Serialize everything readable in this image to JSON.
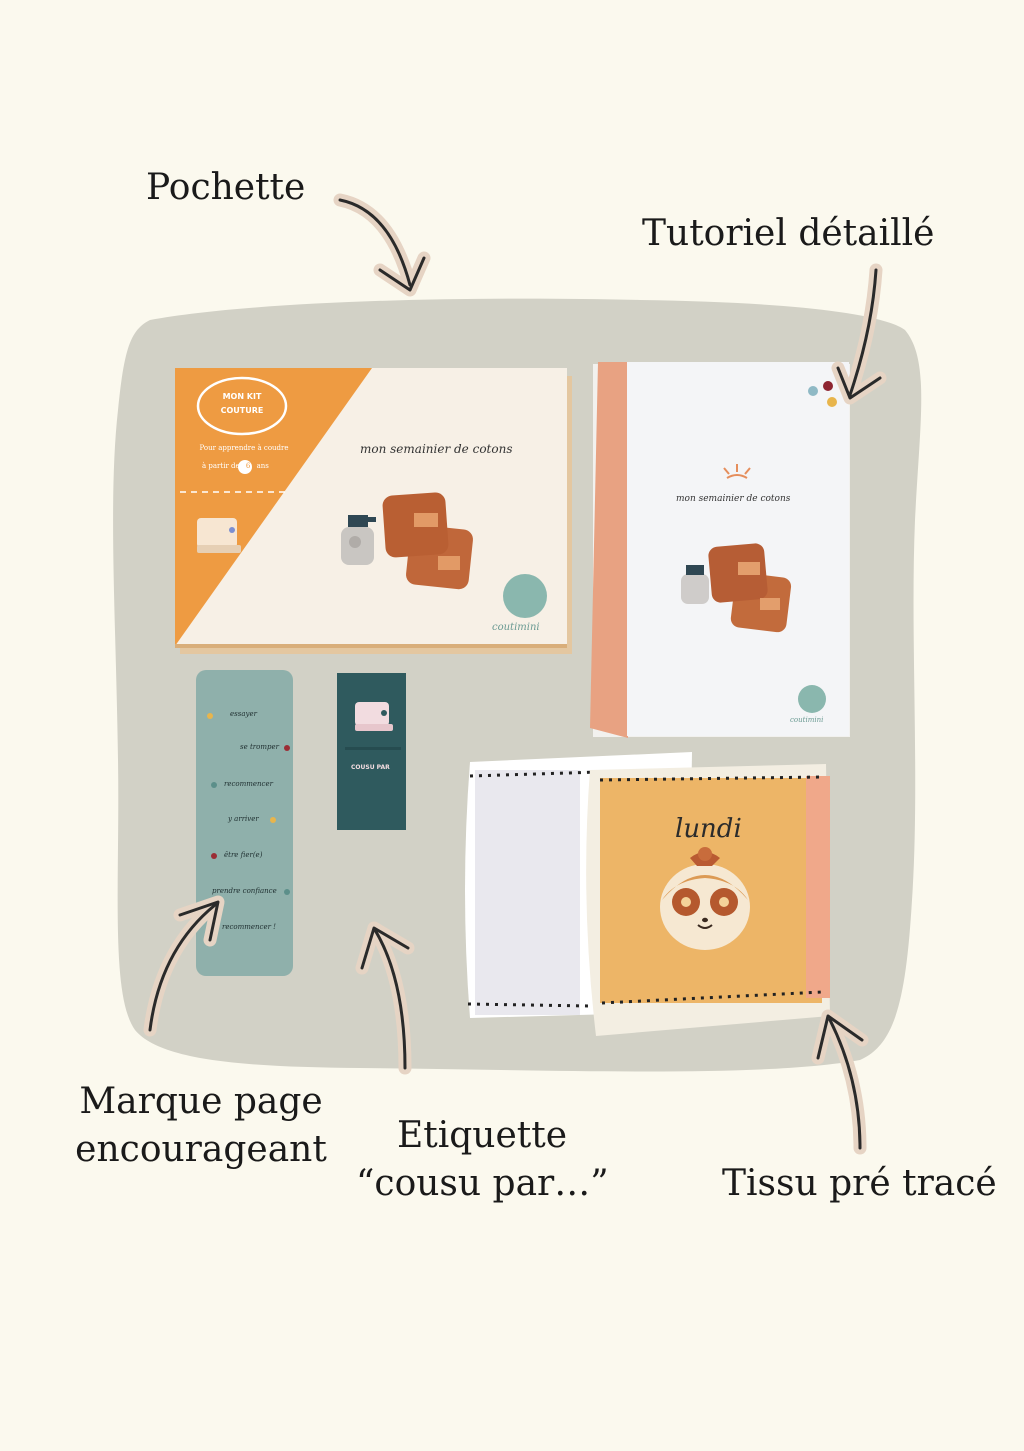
{
  "labels": {
    "pochette": "Pochette",
    "tutoriel": "Tutoriel détaillé",
    "marque_page_line1": "Marque page",
    "marque_page_line2": "encourageant",
    "etiquette_line1": "Etiquette",
    "etiquette_line2": "“cousu par…”",
    "tissu": "Tissu pré tracé"
  },
  "pochette_card": {
    "badge_line1": "MON KIT",
    "badge_line2": "COUTURE",
    "subtitle_line1": "Pour apprendre à coudre",
    "subtitle_line2_pre": "à partir de",
    "age": "6",
    "subtitle_line2_post": "ans",
    "title": "mon semainier de cotons",
    "brand": "coutimini"
  },
  "tutoriel_booklet": {
    "title": "mon semainier de cotons",
    "brand": "coutimini"
  },
  "bookmark": {
    "words": [
      "essayer",
      "se tromper",
      "recommencer",
      "y arriver",
      "être fier(e)",
      "prendre confiance",
      "recommencer !"
    ]
  },
  "sewn_label": {
    "text": "COUSU PAR"
  },
  "fabric": {
    "day": "lundi"
  },
  "colors": {
    "background": "#FBF9EE",
    "blob": "#D2D1C6",
    "orange": "#EE9B42",
    "teal_label": "#2F5A5E",
    "bookmark": "#8FB0AB",
    "fabric_yellow": "#EDB567",
    "rust": "#B5592E"
  }
}
